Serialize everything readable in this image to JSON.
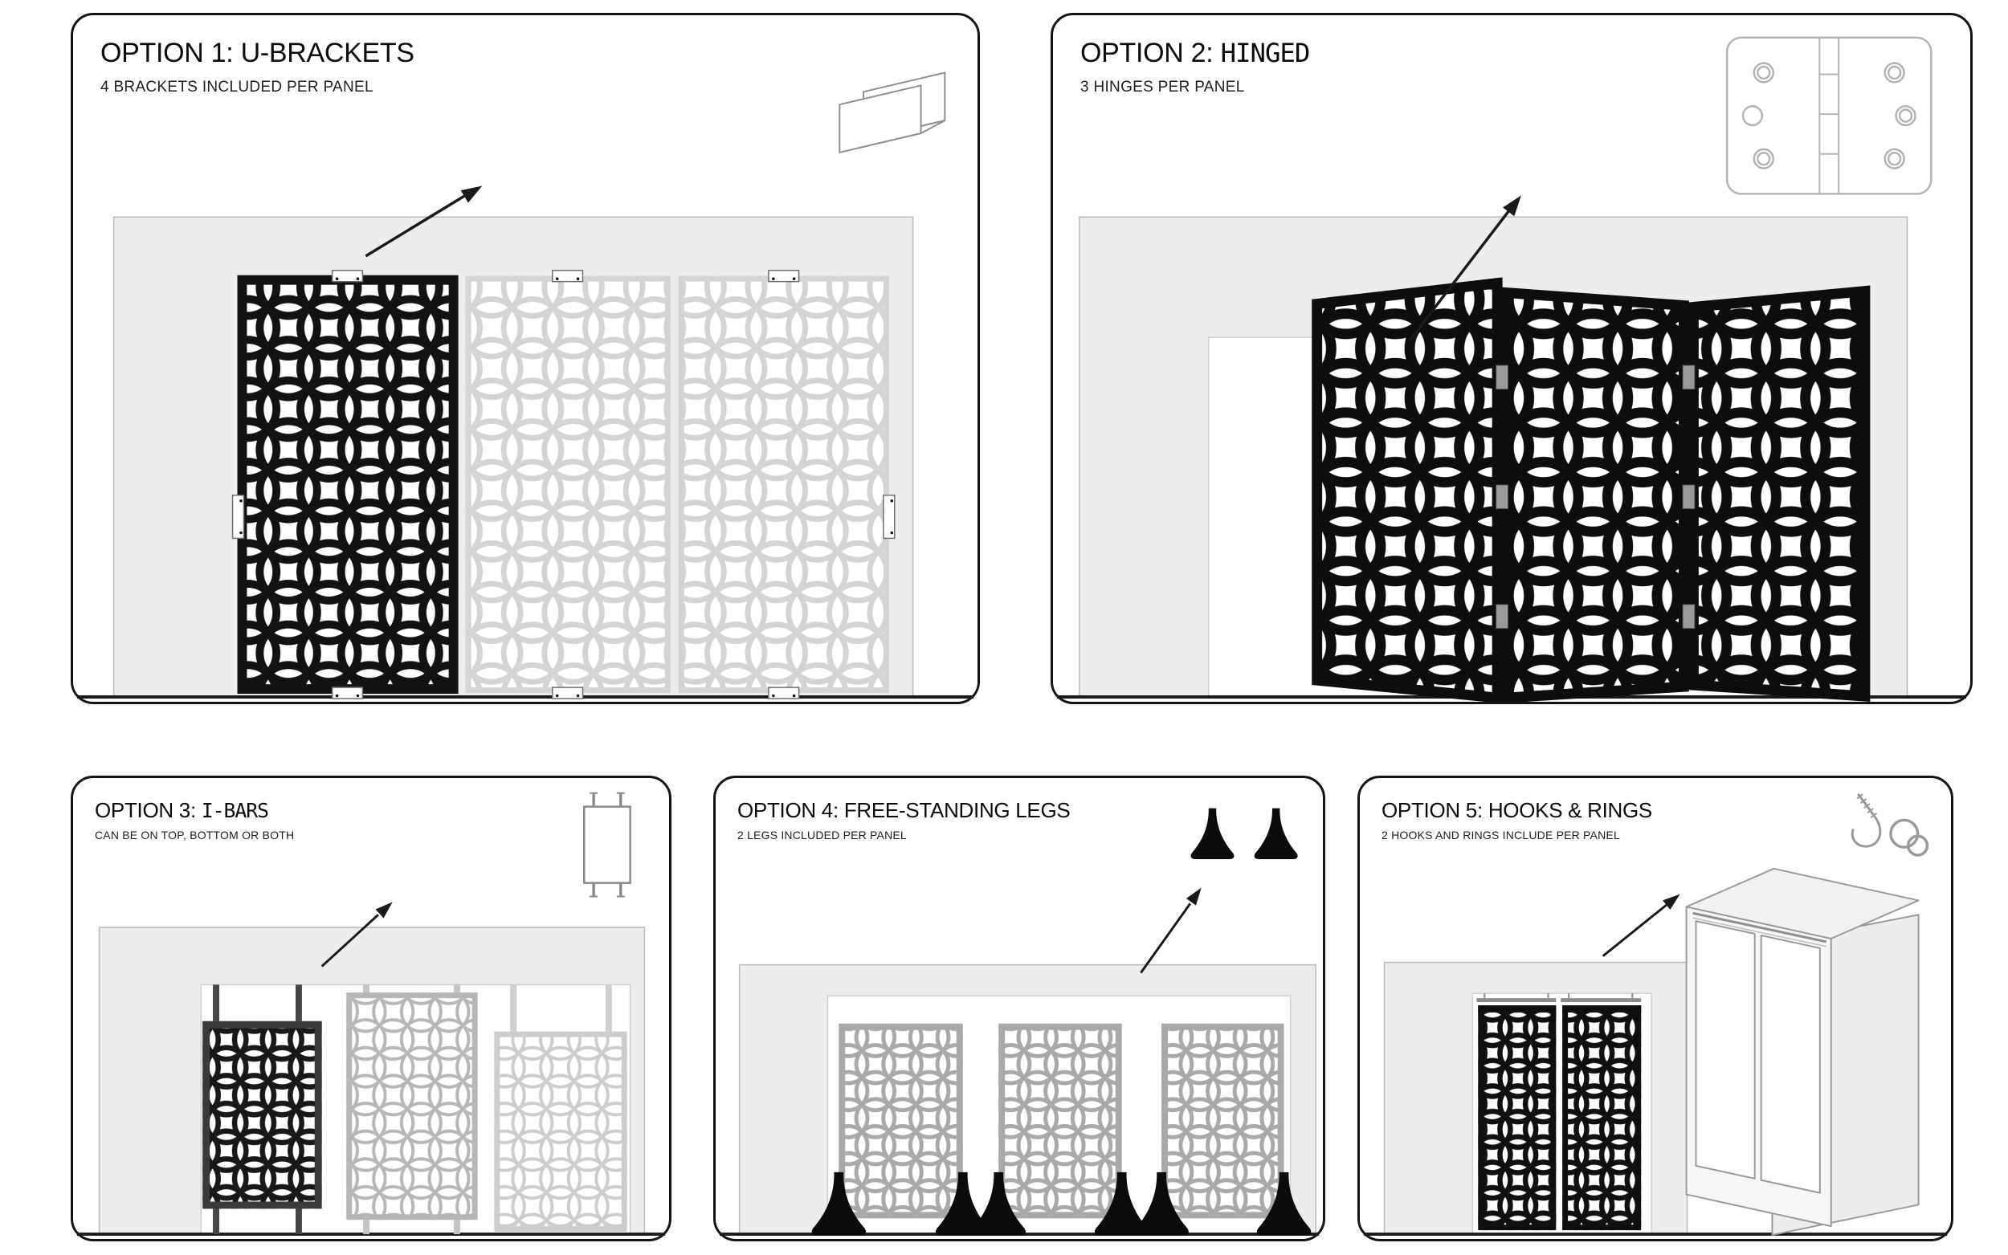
{
  "options": [
    {
      "prefix": "OPTION 1:",
      "name": "U-BRACKETS",
      "name_mono": false,
      "subtitle": "4 BRACKETS INCLUDED PER PANEL",
      "icon": "u-bracket-icon"
    },
    {
      "prefix": "OPTION 2:",
      "name": "HINGED",
      "name_mono": true,
      "subtitle": "3 HINGES PER PANEL",
      "icon": "hinge-icon"
    },
    {
      "prefix": "OPTION 3:",
      "name": "I-BARS",
      "name_mono": true,
      "subtitle": "CAN BE ON TOP, BOTTOM OR BOTH",
      "icon": "i-bar-icon"
    },
    {
      "prefix": "OPTION 4:",
      "name": "FREE-STANDING LEGS",
      "name_mono": false,
      "subtitle": "2 LEGS INCLUDED PER PANEL",
      "icon": "free-standing-legs-icon"
    },
    {
      "prefix": "OPTION 5:",
      "name": "HOOKS & RINGS",
      "name_mono": false,
      "subtitle": "2 HOOKS AND RINGS INCLUDE PER PANEL",
      "icon": "hooks-and-rings-icon"
    }
  ],
  "colors": {
    "panel_dark": "#121212",
    "panel_light_gray": "#d4d4d4",
    "panel_mid_gray": "#a9a9a9",
    "wall_fill": "#ededed",
    "hinge_fill": "#999999",
    "outline": "#1a1a1a"
  }
}
